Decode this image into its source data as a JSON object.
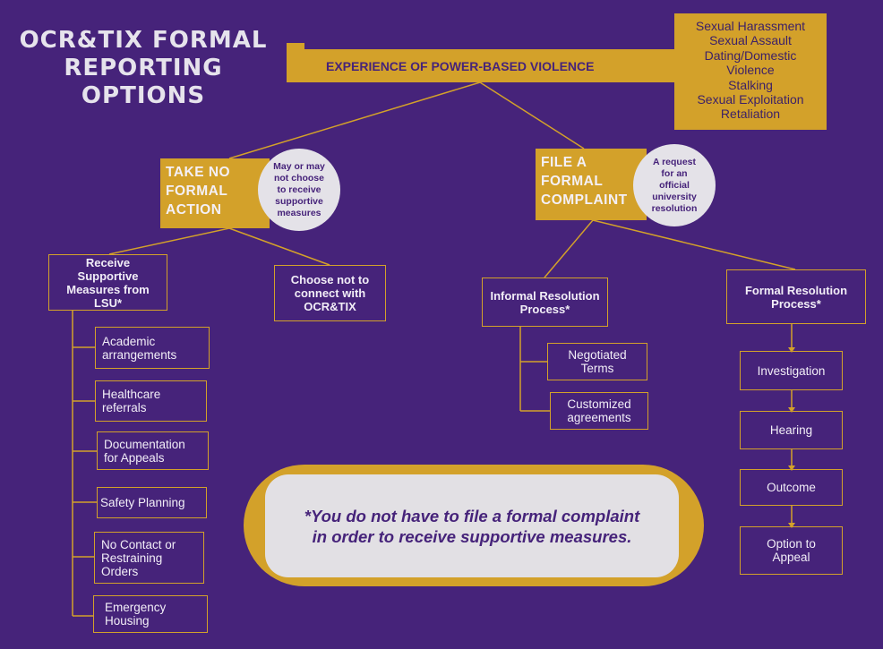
{
  "title": [
    "OCR&TIX FORMAL",
    "REPORTING",
    "OPTIONS"
  ],
  "top": {
    "label": "EXPERIENCE OF POWER-BASED VIOLENCE",
    "violence_types": [
      "Sexual Harassment",
      "Sexual Assault",
      "Dating/Domestic",
      "Violence",
      "Stalking",
      "Sexual Exploitation",
      "Retaliation"
    ]
  },
  "no_action": {
    "label": [
      "TAKE NO",
      "FORMAL",
      "ACTION"
    ],
    "note": [
      "May or may",
      "not choose",
      "to receive",
      "supportive",
      "measures"
    ]
  },
  "file_complaint": {
    "label": [
      "FILE A",
      "FORMAL",
      "COMPLAINT"
    ],
    "note": [
      "A request",
      "for an",
      "official",
      "university",
      "resolution"
    ]
  },
  "receive_supportive": [
    "Receive",
    "Supportive",
    "Measures from",
    "LSU*"
  ],
  "choose_not": [
    "Choose not to",
    "connect with",
    "OCR&TIX"
  ],
  "supportive_measures": [
    [
      "Academic",
      "arrangements"
    ],
    [
      "Healthcare",
      "referrals"
    ],
    [
      "Documentation",
      "for Appeals"
    ],
    [
      "Safety Planning"
    ],
    [
      "No Contact or",
      "Restraining",
      "Orders"
    ],
    [
      "Emergency",
      "Housing"
    ]
  ],
  "informal": {
    "label": [
      "Informal Resolution",
      "Process*"
    ],
    "steps": [
      [
        "Negotiated",
        "Terms"
      ],
      [
        "Customized",
        "agreements"
      ]
    ]
  },
  "formal": {
    "label": [
      "Formal Resolution",
      "Process*"
    ],
    "steps": [
      [
        "Investigation"
      ],
      [
        "Hearing"
      ],
      [
        "Outcome"
      ],
      [
        "Option to",
        "Appeal"
      ]
    ]
  },
  "footnote": [
    "*You do not have to file a formal complaint",
    "in order to receive supportive measures."
  ],
  "colors": {
    "background": "#46237a",
    "gold": "#d3a12a",
    "light": "#e4e2e8"
  }
}
